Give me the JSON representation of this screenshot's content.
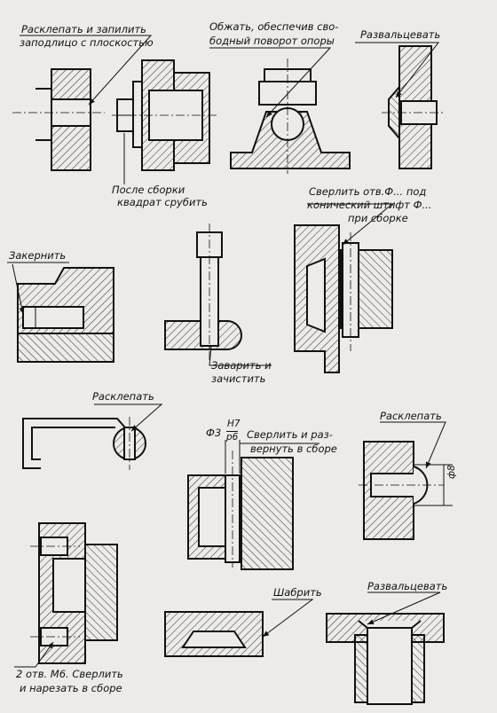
{
  "sheet": {
    "background": "#ecebe8",
    "ink": "#111111"
  },
  "notes": {
    "rivet_flush_1": "Расклепать и запилить",
    "rivet_flush_2": "заподлицо с плоскостью",
    "after_assembly_1": "После сборки",
    "after_assembly_2": "квадрат срубить",
    "crimp_1": "Обжать, обеспечив сво-",
    "crimp_2": "бодный поворот опоры",
    "roll_top": "Развальцевать",
    "drill_pin_1": "Сверлить отв.Ф... под",
    "drill_pin_2": "конический штифт Ф...",
    "drill_pin_3": "при сборке",
    "core": "Закернить",
    "weld_1": "Заварить и",
    "weld_2": "зачистить",
    "rivet_hook": "Расклепать",
    "fit_d": "Ф3",
    "fit_h": "H7",
    "fit_p": "р6",
    "drill_ream_1": "Сверлить и раз-",
    "drill_ream_2": "вернуть в сборе",
    "rivet_right": "Расклепать",
    "dim_d8": "ф8",
    "scrape": "Шабрить",
    "roll_bottom": "Развальцевать",
    "holes_1": "2 отв. М6. Сверлить",
    "holes_2": "и нарезать в сборе"
  }
}
